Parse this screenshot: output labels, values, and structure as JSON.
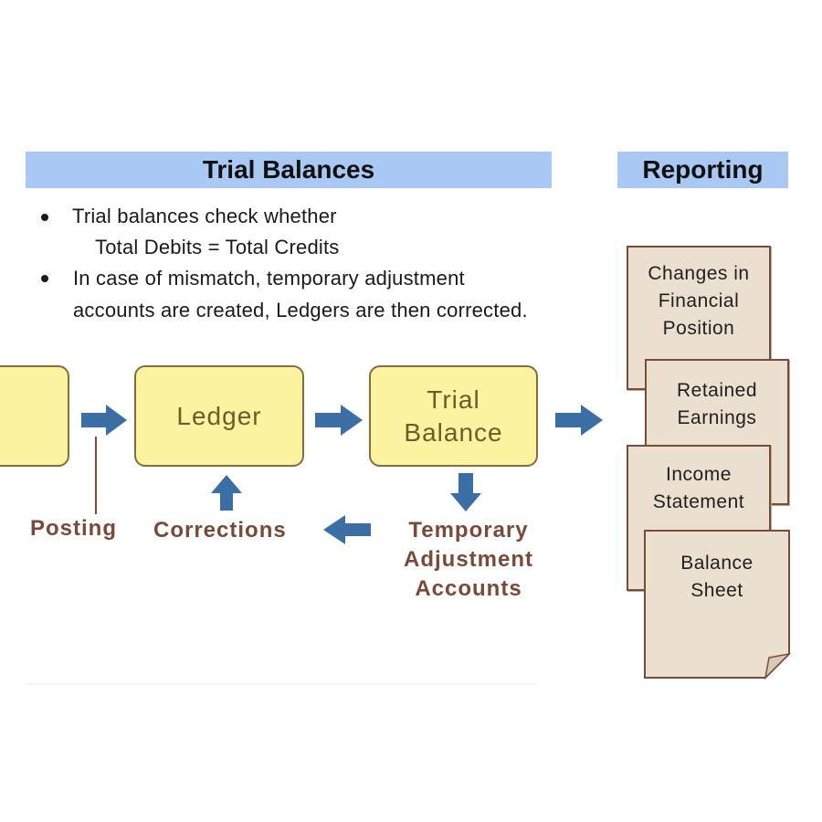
{
  "banners": {
    "trial_balances": "Trial Balances",
    "reporting": "Reporting"
  },
  "bullets": [
    {
      "line1": "Trial balances check whether",
      "line2": "Total Debits = Total Credits"
    },
    {
      "line1": "In case of mismatch, temporary adjustment",
      "line2": "accounts are created, Ledgers are then corrected."
    }
  ],
  "boxes": {
    "ledger": "Ledger",
    "trial_balance": [
      "Trial",
      "Balance"
    ]
  },
  "flow_labels": {
    "posting": "Posting",
    "corrections": "Corrections",
    "temporary_adjustment_accounts": [
      "Temporary",
      "Adjustment",
      "Accounts"
    ]
  },
  "reports": {
    "changes_in_financial_position": [
      "Changes in",
      "Financial",
      "Position"
    ],
    "retained_earnings": [
      "Retained",
      "Earnings"
    ],
    "income_statement": [
      "Income",
      "Statement"
    ],
    "balance_sheet": [
      "Balance",
      "Sheet"
    ]
  },
  "colors": {
    "banner": "#a9c8f3",
    "process_box_fill": "#fbf3a0",
    "arrow": "#3a6ea5",
    "label": "#7a4a38",
    "document_fill": "#ebe0d0"
  }
}
